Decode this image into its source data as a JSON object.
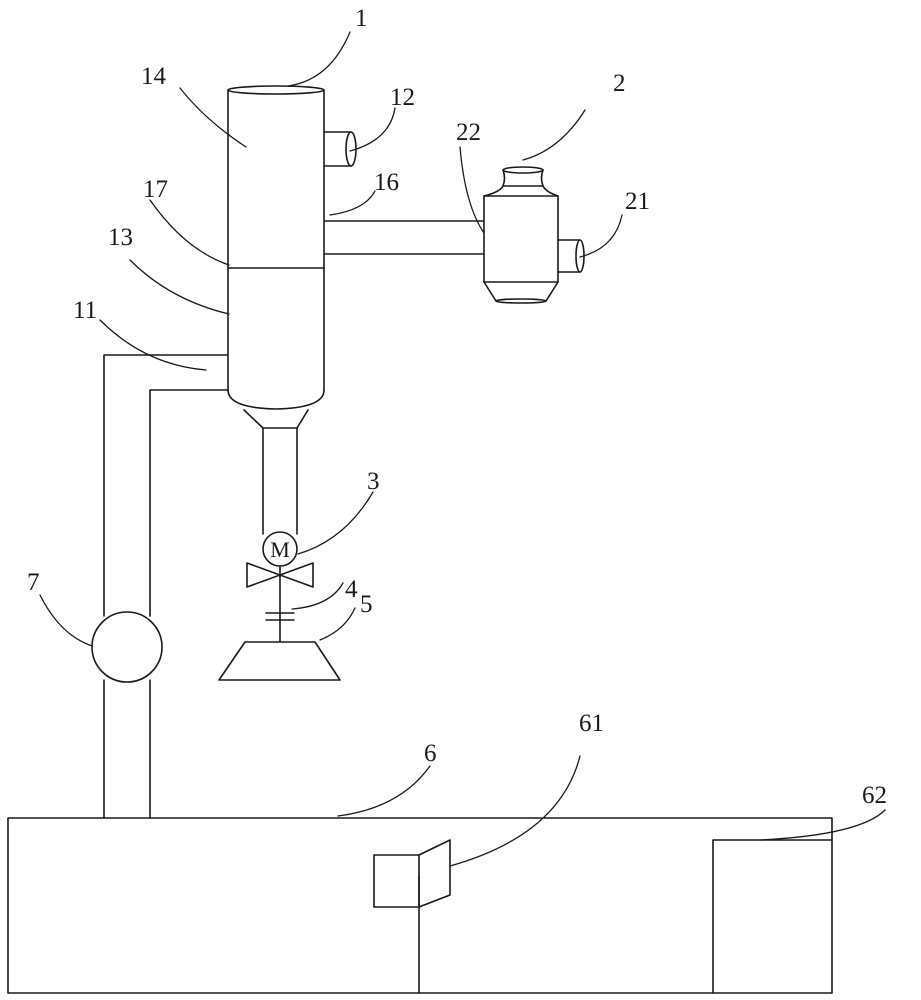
{
  "labels": {
    "l1": "1",
    "l2": "2",
    "l3": "3",
    "l4": "4",
    "l5": "5",
    "l6": "6",
    "l7": "7",
    "l11": "11",
    "l12": "12",
    "l13": "13",
    "l14": "14",
    "l16": "16",
    "l17": "17",
    "l21": "21",
    "l22": "22",
    "l61": "61",
    "l62": "62"
  },
  "motor_symbol": "M"
}
